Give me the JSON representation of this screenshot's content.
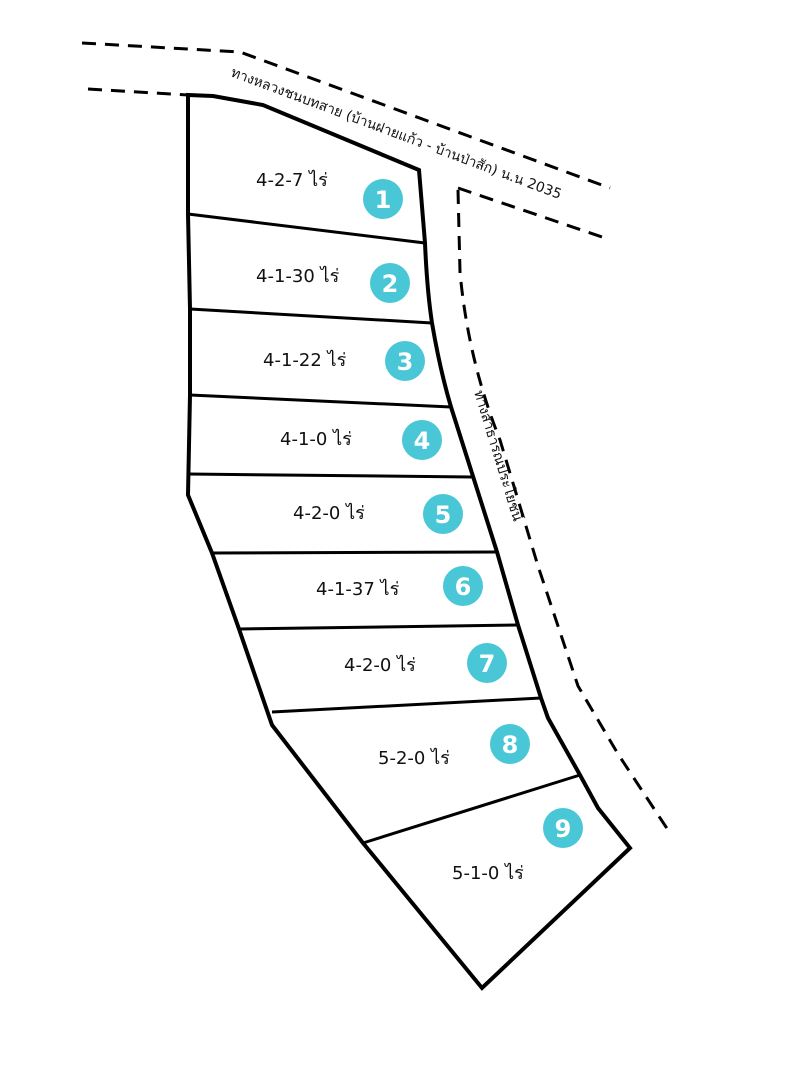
{
  "colors": {
    "badge": "#49c7d6",
    "line": "#000000",
    "background": "#ffffff"
  },
  "roads": {
    "highway_label": "ทางหลวงชนบทสาย (บ้านฝายแก้ว - บ้านป่าสัก) น.น 2035",
    "public_way_label": "ทางสาธารณประโยชน์"
  },
  "plots": [
    {
      "number": "1",
      "area": "4-2-7 ไร่"
    },
    {
      "number": "2",
      "area": "4-1-30 ไร่"
    },
    {
      "number": "3",
      "area": "4-1-22 ไร่"
    },
    {
      "number": "4",
      "area": "4-1-0 ไร่"
    },
    {
      "number": "5",
      "area": "4-2-0 ไร่"
    },
    {
      "number": "6",
      "area": "4-1-37 ไร่"
    },
    {
      "number": "7",
      "area": "4-2-0 ไร่"
    },
    {
      "number": "8",
      "area": "5-2-0 ไร่"
    },
    {
      "number": "9",
      "area": "5-1-0 ไร่"
    }
  ]
}
